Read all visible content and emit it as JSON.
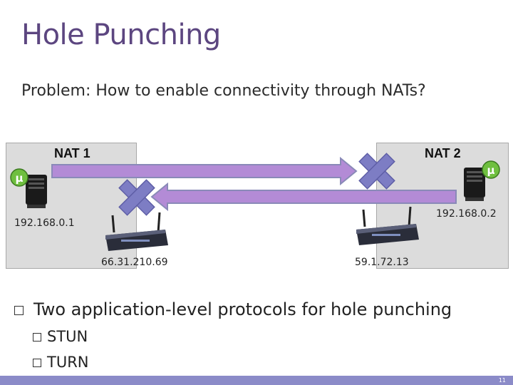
{
  "title": "Hole Punching",
  "problem": "Problem: How to enable connectivity through NATs?",
  "diagram": {
    "nat1_label": "NAT 1",
    "nat2_label": "NAT 2",
    "host1_ip": "192.168.0.1",
    "host2_ip": "192.168.0.2",
    "router1_ip": "66.31.210.69",
    "router2_ip": "59.1.72.13"
  },
  "bullets": {
    "main": "Two application-level protocols for hole punching",
    "subs": [
      "STUN",
      "TURN"
    ]
  },
  "footer": {
    "page": "11"
  },
  "colors": {
    "title": "#5c4680",
    "arrow_fill": "#b38bd6",
    "arrow_stroke": "#8a8ab8",
    "x_mark": "#7d7dc4",
    "footer": "#8b8bc8"
  }
}
